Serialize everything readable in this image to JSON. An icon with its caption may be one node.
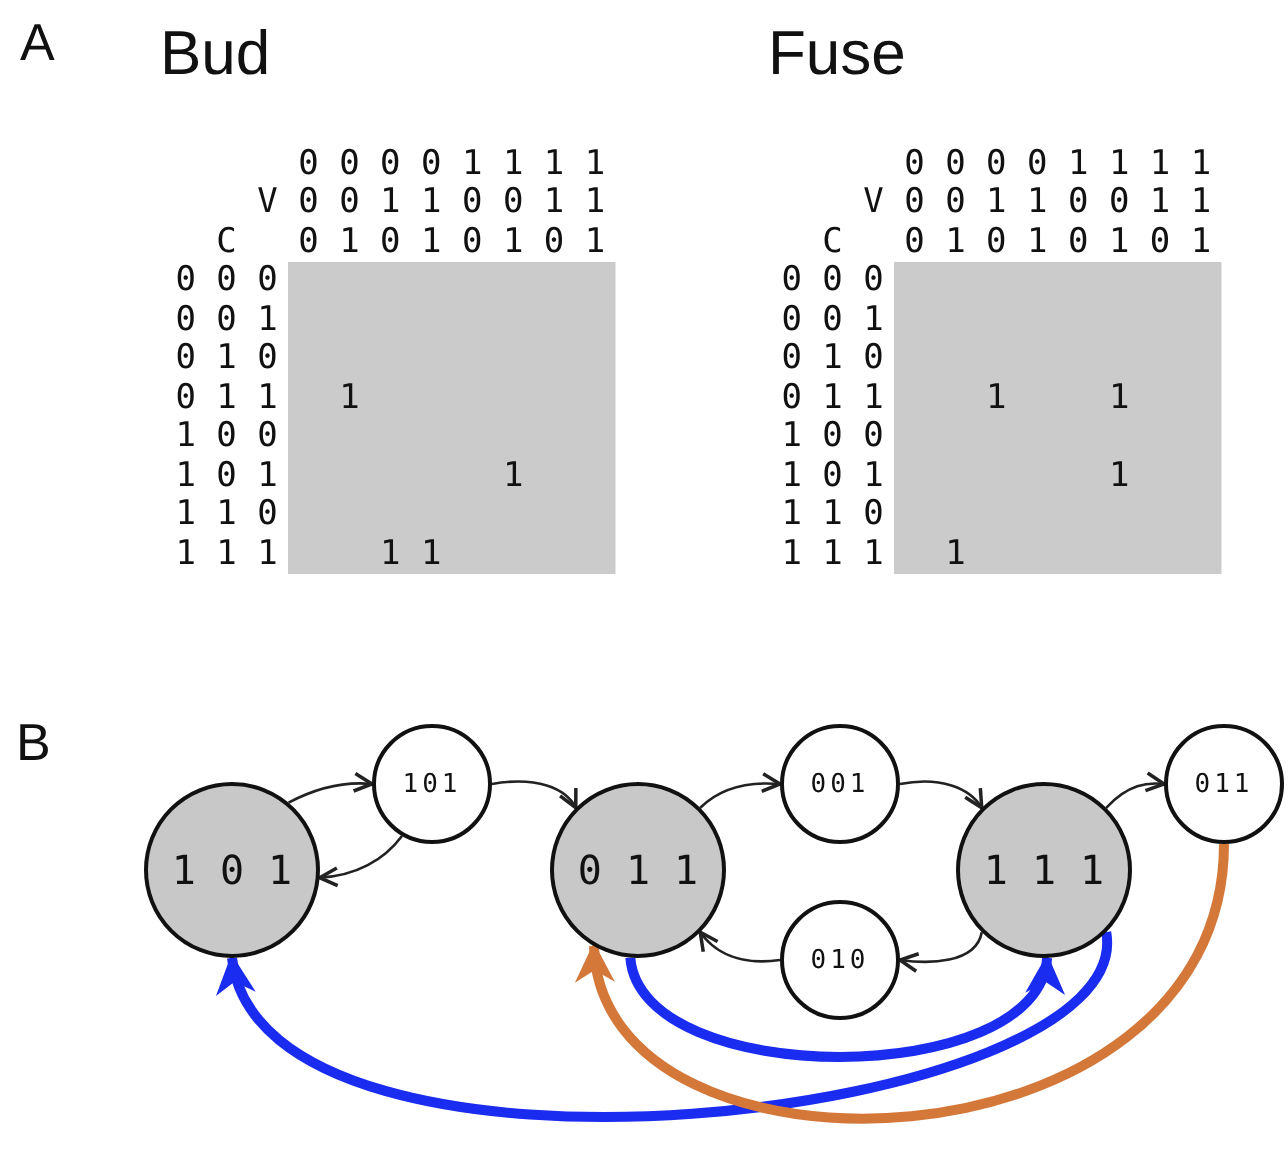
{
  "diagram": {
    "nodes": [
      {
        "text": [
          "1 0 1"
        ]
      },
      {
        "text": [
          "101"
        ]
      },
      {
        "text": [
          "0 1 1"
        ]
      },
      {
        "text": [
          "001"
        ]
      },
      {
        "text": [
          "1 1 1"
        ]
      },
      {
        "text": [
          "011"
        ]
      },
      {
        "text": [
          "010"
        ]
      }
    ],
    "edges": [
      {
        "from": 0,
        "to": 1,
        "arrow": "to"
      },
      {
        "from": 1,
        "to": 0,
        "arrow": "to"
      },
      {
        "from": 1,
        "to": 2,
        "arrow": "to"
      },
      {
        "from": 2,
        "to": 3,
        "arrow": "to"
      },
      {
        "from": 3,
        "to": 4,
        "arrow": "to"
      },
      {
        "from": 4,
        "to": 5,
        "arrow": "to"
      },
      {
        "from": 4,
        "to": 6,
        "arrow": "to"
      },
      {
        "from": 6,
        "to": 2,
        "arrow": "to"
      },
      {
        "from": 2,
        "to": 4,
        "arrow": "to",
        "style": "thick",
        "color": "#1a2cf0"
      },
      {
        "from": 4,
        "to": 0,
        "arrow": "to",
        "style": "thick",
        "color": "#1a2cf0"
      },
      {
        "from": 5,
        "to": 2,
        "arrow": "to",
        "style": "thick",
        "color": "#d4783a"
      }
    ],
    "labels": [
      "A",
      "Bud",
      "Fuse",
      "0 0 0 0 1 1 1 1",
      "V",
      "0 0 1 1 0 0 1 1",
      "C",
      "0 1 0 1 0 1 0 1",
      "0 0 0",
      "0 0 1",
      "0 1 0",
      "0 1 1",
      "1",
      "1 0 0",
      "1 0 1",
      "1",
      "1 1 0",
      "1 1 1",
      "1",
      "1",
      "0 0 0 0 1 1 1 1",
      "V",
      "0 0 1 1 0 0 1 1",
      "C",
      "0 1 0 1 0 1 0 1",
      "0 0 0",
      "0 0 1",
      "0 1 0",
      "0 1 1",
      "1",
      "1",
      "1 0 0",
      "1 0 1",
      "1",
      "1 1 0",
      "1 1 1",
      "1",
      "B"
    ]
  }
}
